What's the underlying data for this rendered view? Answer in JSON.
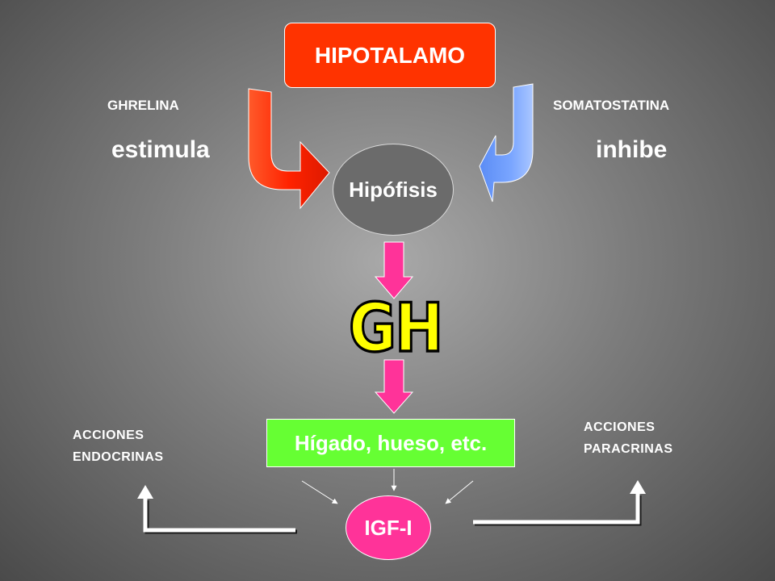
{
  "hypothalamus": {
    "label": "HIPOTALAMO"
  },
  "left_regulator": {
    "hormone": "GHRELINA",
    "action": "estimula"
  },
  "right_regulator": {
    "hormone": "SOMATOSTATINA",
    "action": "inhibe"
  },
  "pituitary": {
    "label": "Hipófisis"
  },
  "hormone": {
    "label": "GH"
  },
  "targets": {
    "label": "Hígado, hueso, etc."
  },
  "factor": {
    "label": "IGF-I"
  },
  "left_actions": {
    "line1": "ACCIONES",
    "line2": "ENDOCRINAS"
  },
  "right_actions": {
    "line1": "ACCIONES",
    "line2": "PARACRINAS"
  },
  "colors": {
    "hypothalamus": "#ff3300",
    "stimulate_arrow": "#ff2a00",
    "inhibit_arrow": "#6699ff",
    "pituitary": "#6b6b6b",
    "gh_arrows": "#ff3399",
    "gh_text": "#ffff00",
    "targets": "#66ff33",
    "igf": "#ff3399"
  }
}
